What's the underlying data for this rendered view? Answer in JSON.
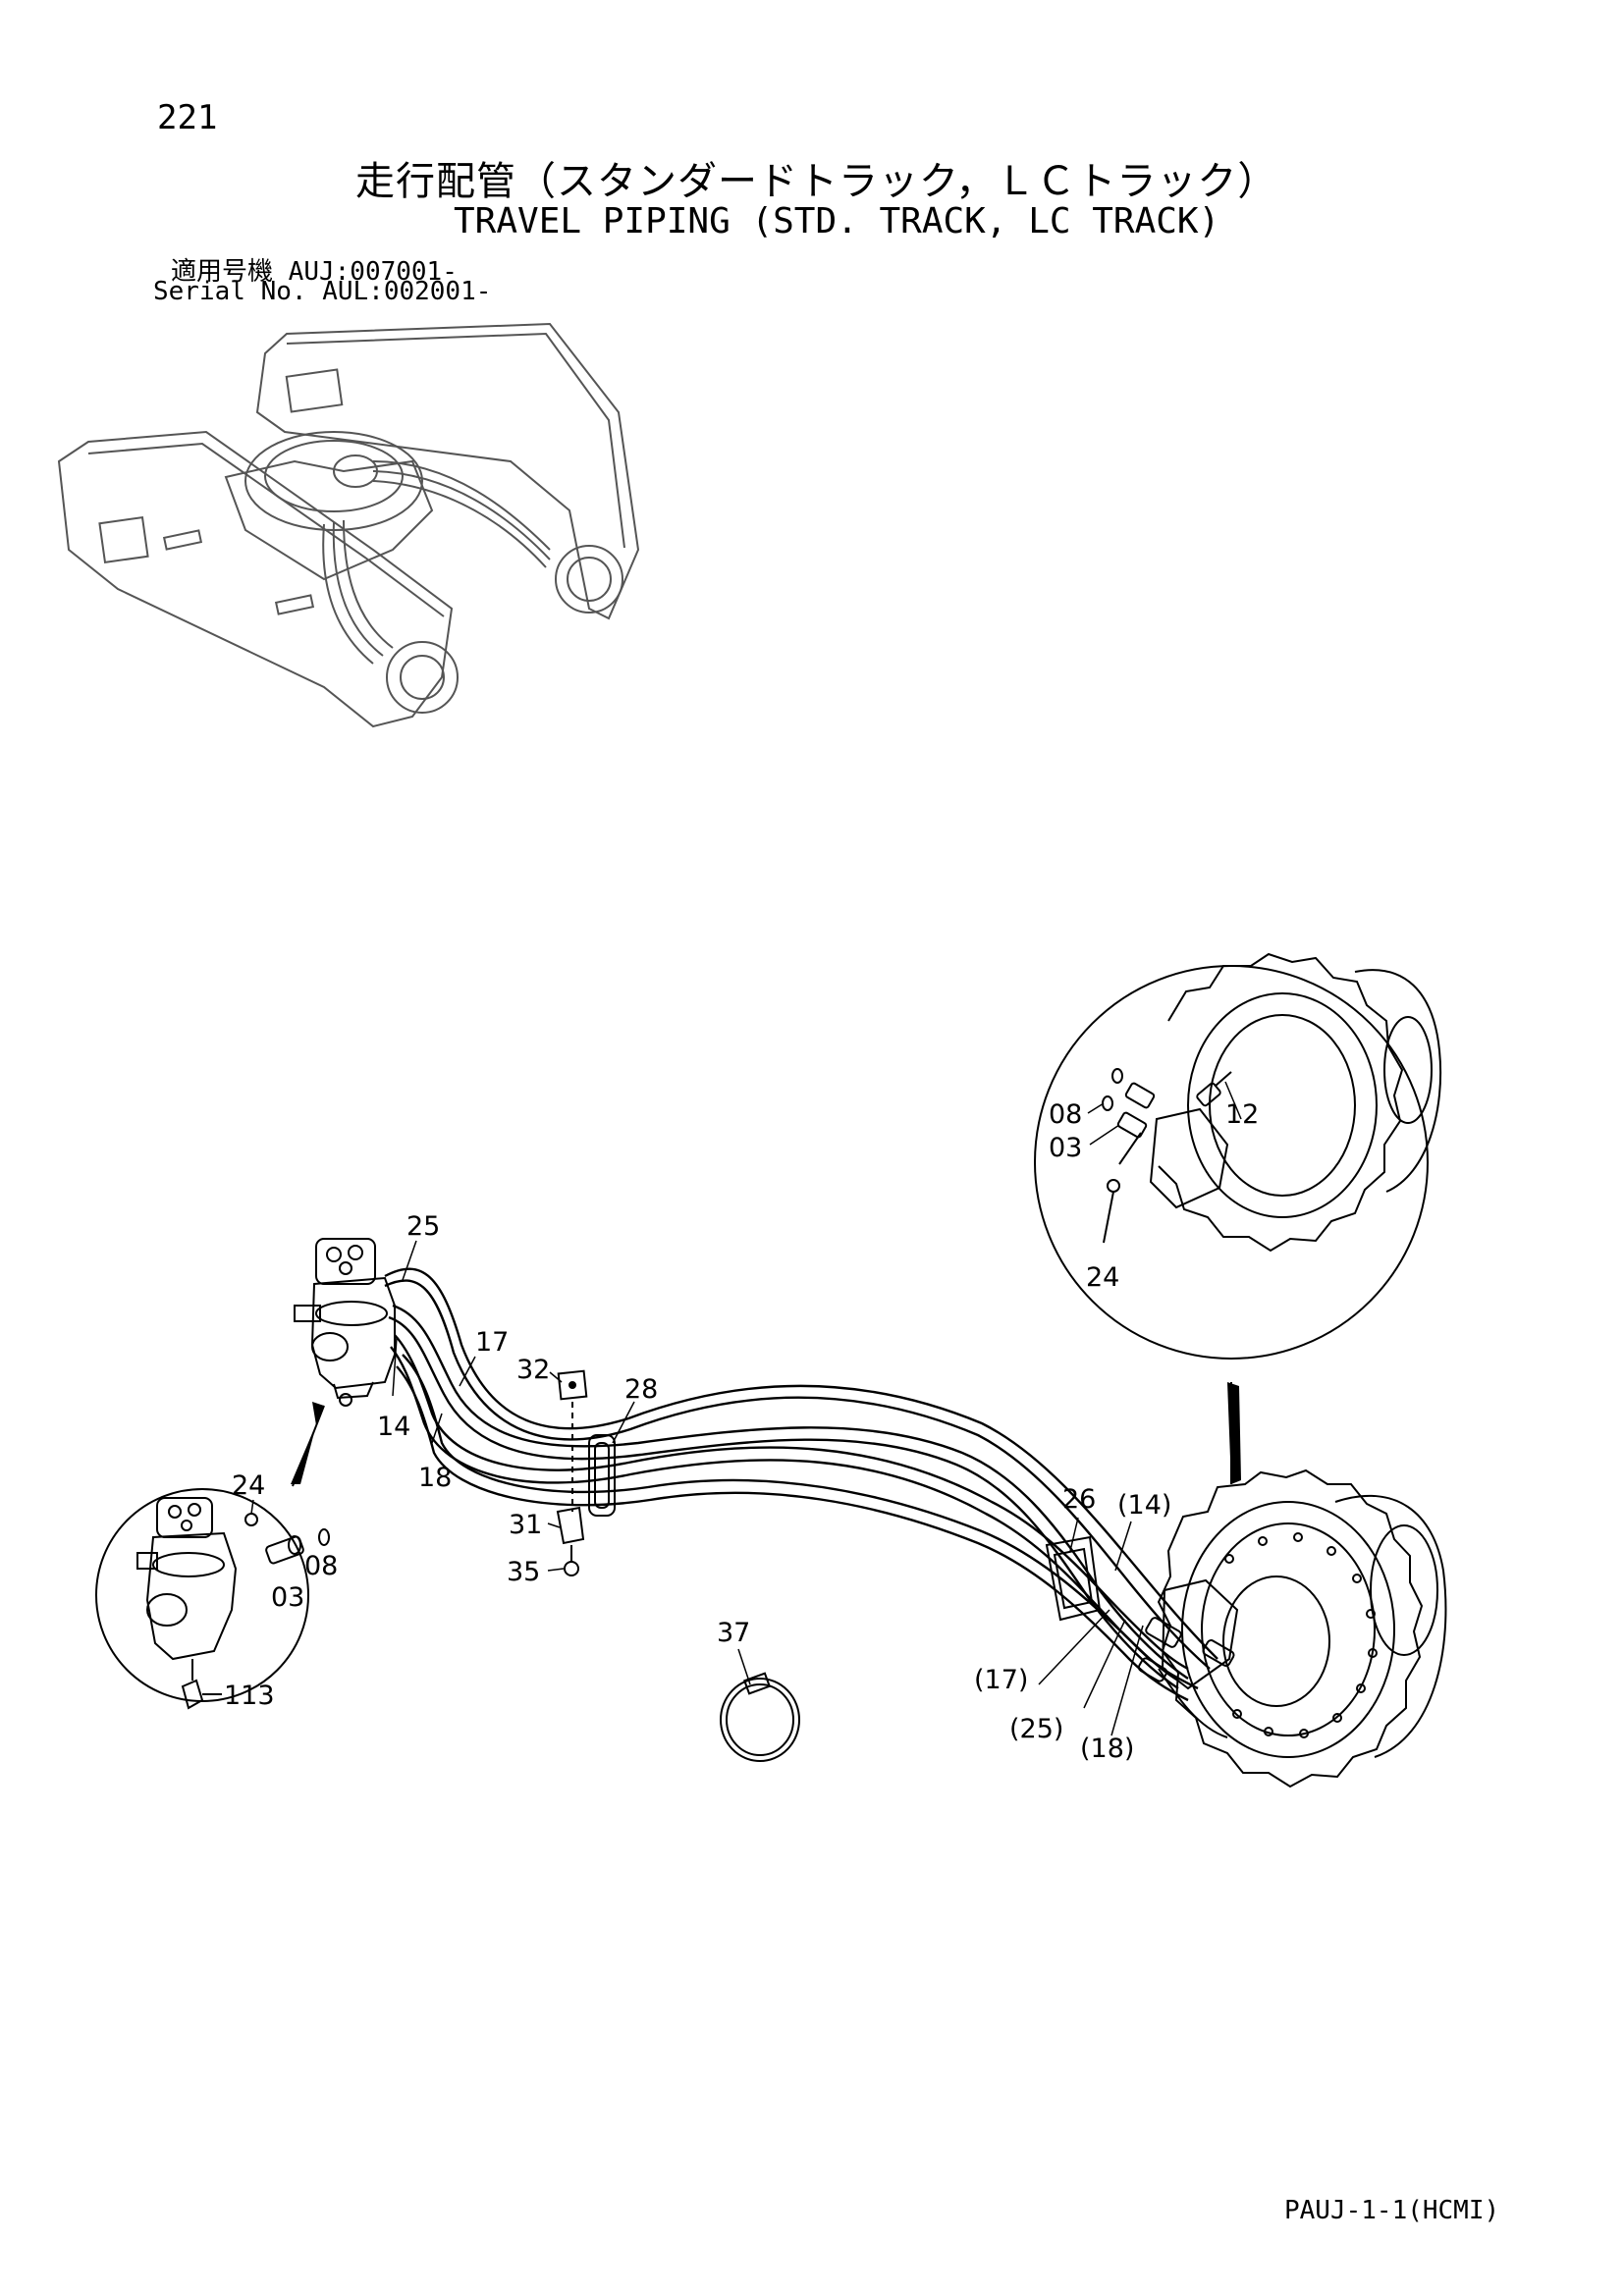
{
  "page_number": "221",
  "title_jp": "走行配管（スタンダードトラック，ＬＣトラック）",
  "title_en": "TRAVEL PIPING (STD. TRACK, LC TRACK)",
  "serial": {
    "jp_label": "適用号機",
    "jp_value": "AUJ:007001-",
    "en_label": "Serial No.",
    "en_value": "AUL:002001-"
  },
  "callouts": {
    "c25": "25",
    "c17": "17",
    "c32": "32",
    "c28": "28",
    "c14": "14",
    "c18": "18",
    "c31": "31",
    "c35": "35",
    "c37": "37",
    "c26": "26",
    "c14p": "(14)",
    "c17p": "(17)",
    "c25p": "(25)",
    "c18p": "(18)",
    "d24": "24",
    "d08": "08",
    "d03": "03",
    "d113": "113",
    "e12": "12",
    "e08": "08",
    "e03": "03",
    "e24": "24"
  },
  "footer": "PAUJ-1-1(HCMI)"
}
